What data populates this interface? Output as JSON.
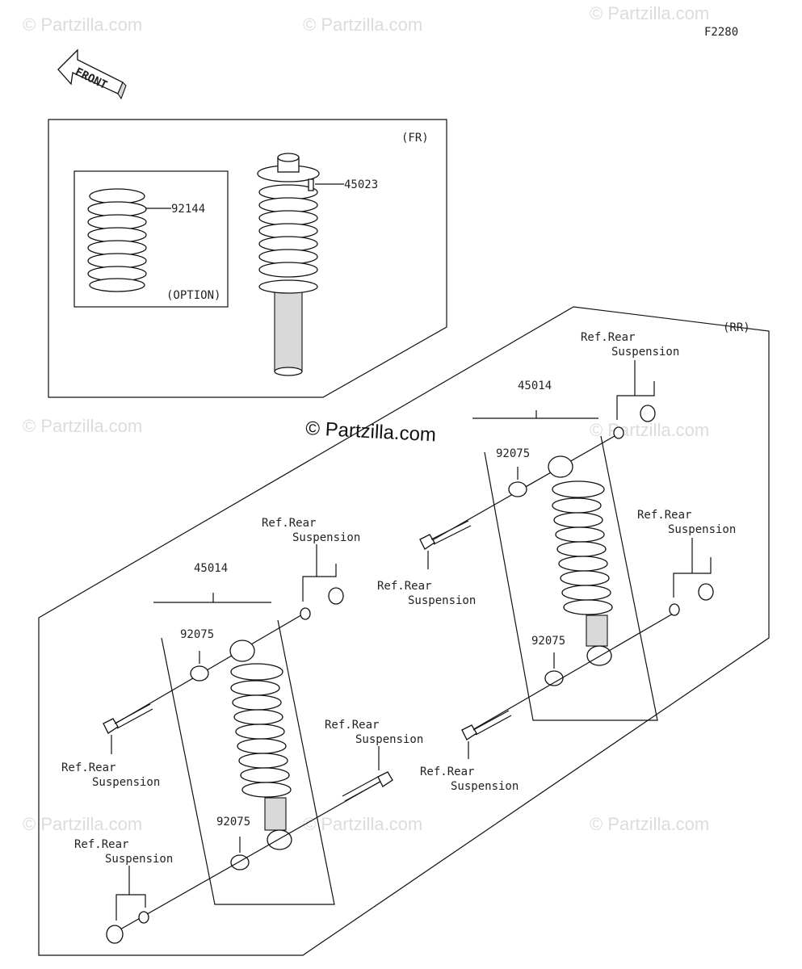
{
  "diagram_code": "F2280",
  "watermark_text": "© Partzilla.com",
  "center_watermark": "© Partzilla.com",
  "front_arrow_label": "FRONT",
  "front_section": {
    "tag": "(FR)",
    "option_tag": "(OPTION)",
    "parts": [
      "92144",
      "45023"
    ]
  },
  "rear_section": {
    "tag": "(RR)",
    "left_assembly": "45014",
    "right_assembly": "45014",
    "bushing": "92075",
    "ref_line1": "Ref.Rear",
    "ref_line2": "Suspension"
  }
}
